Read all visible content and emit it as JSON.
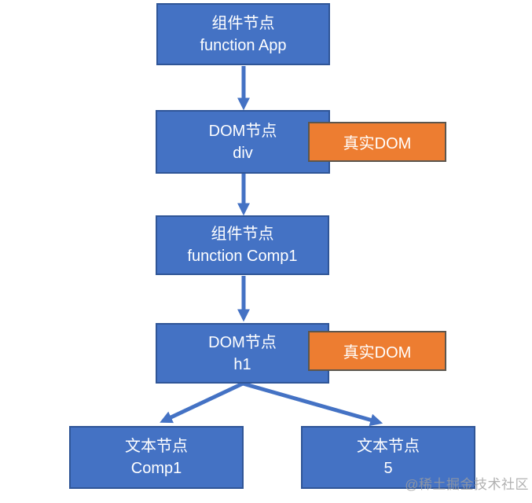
{
  "diagram": {
    "nodes": [
      {
        "id": "component-app",
        "line1": "组件节点",
        "line2": "function App"
      },
      {
        "id": "dom-div",
        "line1": "DOM节点",
        "line2": "div"
      },
      {
        "id": "component-comp1",
        "line1": "组件节点",
        "line2": "function Comp1"
      },
      {
        "id": "dom-h1",
        "line1": "DOM节点",
        "line2": "h1"
      },
      {
        "id": "text-comp1",
        "line1": "文本节点",
        "line2": "Comp1"
      },
      {
        "id": "text-5",
        "line1": "文本节点",
        "line2": "5"
      }
    ],
    "tags": [
      {
        "label": "真实DOM",
        "attached_to": "dom-div"
      },
      {
        "label": "真实DOM",
        "attached_to": "dom-h1"
      }
    ],
    "edges": [
      {
        "from": "component-app",
        "to": "dom-div"
      },
      {
        "from": "dom-div",
        "to": "component-comp1"
      },
      {
        "from": "component-comp1",
        "to": "dom-h1"
      },
      {
        "from": "dom-h1",
        "to": "text-comp1"
      },
      {
        "from": "dom-h1",
        "to": "text-5"
      }
    ],
    "colors": {
      "node_fill": "#4472C4",
      "node_border": "#2F5597",
      "tag_fill": "#ED7D31",
      "tag_border": "#5b564e",
      "arrow": "#4472C4",
      "watermark": "#9e9e9e",
      "text": "#ffffff"
    },
    "watermark": "@稀土掘金技术社区"
  }
}
